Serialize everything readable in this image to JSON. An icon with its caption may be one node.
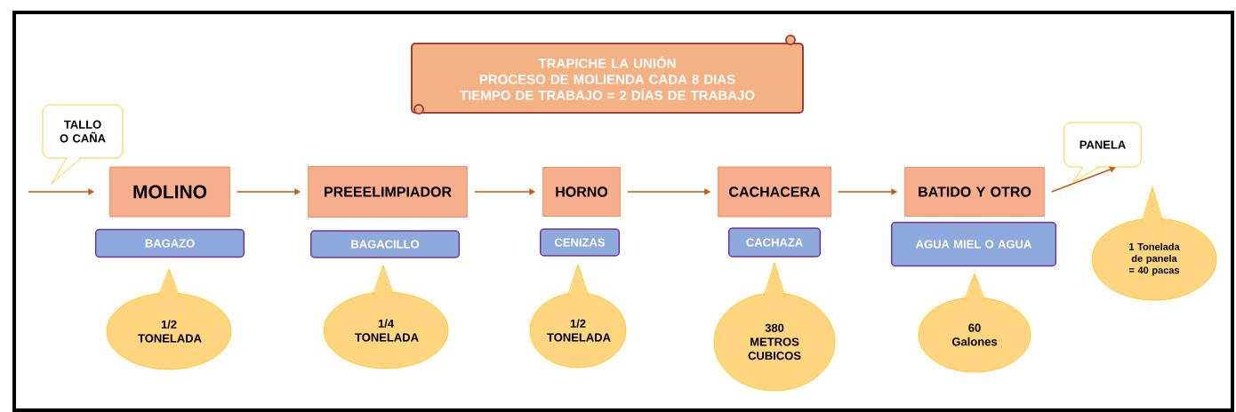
{
  "diagram": {
    "nodes": [
      {
        "text": [
          "TRAPICHE LA UNIÓN",
          "PROCESO DE MOLIENDA CADA 8 DIAS",
          "TIEMPO DE TRABAJO = 2 DÍAS DE TRABAJO"
        ]
      },
      {
        "text": [
          "TALLO O CAÑA"
        ]
      },
      {
        "text": [
          "MOLINO"
        ]
      },
      {
        "text": [
          "PREEELIMPIADOR"
        ]
      },
      {
        "text": [
          "HORNO"
        ]
      },
      {
        "text": [
          "CACHACERA"
        ]
      },
      {
        "text": [
          "BATIDO Y OTRO"
        ]
      },
      {
        "text": [
          "PANELA"
        ]
      },
      {
        "text": [
          "BAGAZO"
        ]
      },
      {
        "text": [
          "BAGACILLO"
        ]
      },
      {
        "text": [
          "CENIZAS"
        ]
      },
      {
        "text": [
          "CACHAZA"
        ]
      },
      {
        "text": [
          "AGUA MIEL O AGUA"
        ]
      },
      {
        "text": [
          "1/2 TONELADA"
        ]
      },
      {
        "text": [
          "1/4 TONELADA"
        ]
      },
      {
        "text": [
          "1/2 TONELADA"
        ]
      },
      {
        "text": [
          "380 METROS CUBICOS"
        ]
      },
      {
        "text": [
          "60 Galones"
        ]
      },
      {
        "text": [
          "1 Tonelada de panela = 40 pacas"
        ]
      }
    ],
    "edges": [
      {
        "from": null,
        "to": 2,
        "arrow": "to"
      },
      {
        "from": 2,
        "to": 3,
        "arrow": "to"
      },
      {
        "from": 3,
        "to": 4,
        "arrow": "to"
      },
      {
        "from": 4,
        "to": 5,
        "arrow": "to"
      },
      {
        "from": 5,
        "to": 6,
        "arrow": "to"
      },
      {
        "from": 6,
        "to": 7,
        "arrow": "to"
      }
    ]
  }
}
